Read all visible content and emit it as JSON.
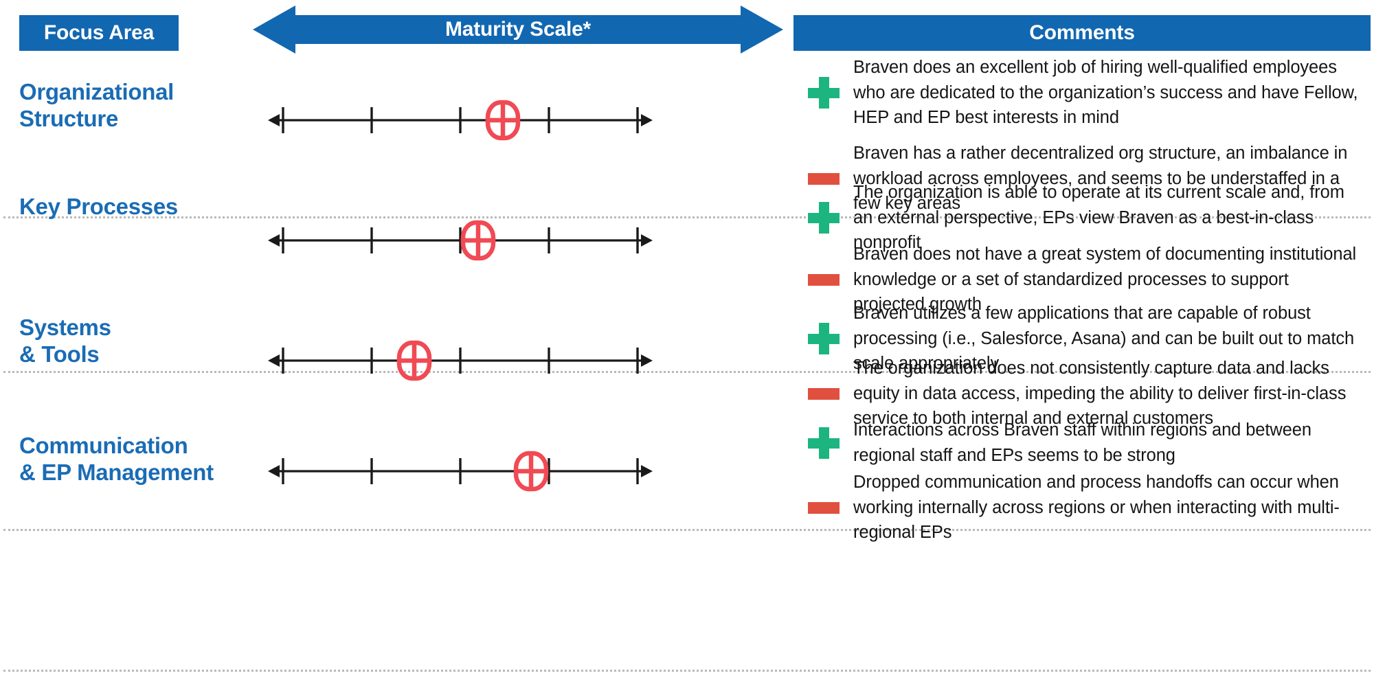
{
  "header": {
    "focus_area_label": "Focus Area",
    "maturity_scale_label": "Maturity Scale*",
    "comments_label": "Comments",
    "header_bg_color": "#1267B1",
    "header_text_color": "#FFFFFF"
  },
  "theme": {
    "label_blue": "#1A6CB5",
    "positive_green": "#1DB57F",
    "negative_red": "#E1503E",
    "marker_red": "#F04A54",
    "divider_gray": "#B9B9B9",
    "axis_black": "#1A1A1A"
  },
  "scale": {
    "tick_count": 5,
    "min_label": "",
    "max_label": "",
    "direction": "bidirectional-arrow"
  },
  "rows": [
    {
      "focus_area": "Organizational\nStructure",
      "focus_area_line1": "Organizational",
      "focus_area_line2": "Structure",
      "marker_position_pct": 62,
      "marker_icon": "maturity-target-icon",
      "comments": [
        {
          "type": "positive",
          "icon": "plus-icon",
          "text": "Braven does an excellent job of hiring well-qualified employees who are dedicated to the organization’s success and have Fellow, HEP and EP best interests in mind"
        },
        {
          "type": "negative",
          "icon": "minus-icon",
          "text": "Braven has a rather decentralized org structure, an imbalance in workload across employees, and seems to be understaffed in a few key areas"
        }
      ]
    },
    {
      "focus_area": "Key Processes",
      "focus_area_line1": "Key Processes",
      "focus_area_line2": "",
      "marker_position_pct": 55,
      "marker_icon": "maturity-target-icon",
      "comments": [
        {
          "type": "positive",
          "icon": "plus-icon",
          "text": "The organization is able to operate at its current scale and, from an external perspective, EPs view Braven as a best-in-class nonprofit"
        },
        {
          "type": "negative",
          "icon": "minus-icon",
          "text": "Braven does not have a great system of documenting institutional knowledge or a set of standardized processes to support projected growth"
        }
      ]
    },
    {
      "focus_area": "Systems\n& Tools",
      "focus_area_line1": "Systems",
      "focus_area_line2": "& Tools",
      "marker_position_pct": 37,
      "marker_icon": "maturity-target-icon",
      "comments": [
        {
          "type": "positive",
          "icon": "plus-icon",
          "text": "Braven utilizes a few applications that are capable of robust processing (i.e., Salesforce, Asana) and can be built out to match scale appropriately"
        },
        {
          "type": "negative",
          "icon": "minus-icon",
          "text": "The organization does not consistently capture data and lacks equity in data access, impeding the ability to deliver first-in-class service to both internal and external customers"
        }
      ]
    },
    {
      "focus_area": "Communication\n& EP Management",
      "focus_area_line1": "Communication",
      "focus_area_line2": "& EP Management",
      "marker_position_pct": 70,
      "marker_icon": "maturity-target-icon",
      "comments": [
        {
          "type": "positive",
          "icon": "plus-icon",
          "text": "Interactions across Braven staff within regions and between regional staff and EPs seems to be strong"
        },
        {
          "type": "negative",
          "icon": "minus-icon",
          "text": "Dropped communication and process handoffs can occur when working internally across regions or when interacting with multi-regional EPs"
        }
      ]
    }
  ]
}
